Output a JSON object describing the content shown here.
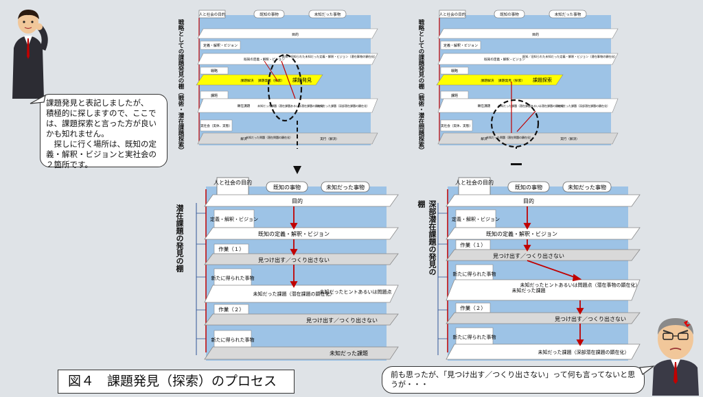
{
  "caption": "図４　課題発見（探索）のプロセス",
  "bubble_left": [
    "課題発見と表記しましたが、",
    "積極的に探しますので、ここで",
    "は、課題探索と言った方が良い",
    "かも知れません。",
    "　探しに行く場所は、既知の定",
    "義・解釈・ビジョンと実社会の",
    "２箇所です。"
  ],
  "bubble_right": "前も思ったが、「見つけ出す／つくり出さない」って何も言ってないと思うが・・・",
  "top_left": {
    "side_title": "戦略としての課題発見の棚（戦術・潜在課題探索）",
    "header_labels": [
      "人と社会の目的",
      "既知の事物",
      "未知だった事物"
    ],
    "texts": [
      "目的",
      "定義・解釈・ビジョン",
      "既知の定義・解釈・ビジョン",
      "既知／旧知られた未知だった定義・解釈・ビジョン（潜在事物の顕在化）",
      "戦略",
      "課題解決",
      "課題発見（探索）",
      "課題発見",
      "課題",
      "顕在課題",
      "未知だった課題（潜在課題あるいは潜在課題の顕在化）",
      "未知だった課題（深部潜在課題の顕在化）",
      "実社会（実体、実態）",
      "解決",
      "未知だった問題（潜在問題の顕在化）",
      "実行（解決）"
    ]
  },
  "top_right": {
    "side_title": "戦略としての課題発見の棚（戦術・潜在問題探索）",
    "header_labels": [
      "人と社会の目的",
      "既知の事物",
      "未知だった事物"
    ],
    "texts": [
      "目的",
      "定義・解釈・ビジョン",
      "既知の定義・解釈・ビジョン",
      "既知／旧知られた未知だった定義・解釈・ビジョン（潜在事物の顕在化）",
      "戦略",
      "課題解決",
      "課題発見（探索）",
      "課題探索",
      "課題",
      "顕在課題",
      "未知だった課題（潜在課題あるいは潜在課題の顕在化）",
      "未知だった課題（深部潜在課題の顕在化）",
      "実社会（実体、実態）",
      "解決",
      "未知だった問題（潜在問題の顕在化）",
      "実行（解決）"
    ]
  },
  "bottom_left": {
    "side_title": "潜在課題の発見の棚",
    "header_labels": [
      "人と社会の目的",
      "既知の事物",
      "未知だった事物"
    ],
    "row_labels": [
      "定義・解釈・ビジョン",
      "作業（１）",
      "新たに得られた事物",
      "作業（２）",
      "新たに得られた事物"
    ],
    "band_texts": [
      "目的",
      "既知の定義・解釈・ビジョン",
      "見つけ出す／つくり出さない",
      "未知だった課題（潜在課題の顕在化）",
      "未知だったヒントあるいは問題点",
      "見つけ出す／つくり出さない",
      "未知だった課題"
    ]
  },
  "bottom_right": {
    "side_title": "深部潜在課題の発見の棚",
    "header_labels": [
      "人と社会の目的",
      "既知の事物",
      "未知だった事物"
    ],
    "row_labels": [
      "定義・解釈・ビジョン",
      "作業（１）",
      "新たに得られた事物",
      "作業（２）",
      "新たに得られた事物"
    ],
    "band_texts": [
      "目的",
      "既知の定義・解釈・ビジョン",
      "見つけ出す／つくり出さない",
      "未知だった課題",
      "未知だったヒントあるいは問題点（潜在事物の顕在化）",
      "見つけ出す／つくり出さない",
      "未知だった課題（深部潜在課題の顕在化）"
    ]
  },
  "colors": {
    "panel_blue": "#9dc3e6",
    "band_white": "#ffffff",
    "band_gray": "#d9d9d9",
    "highlight_yellow": "#ffff00",
    "arrow_red": "#c00000",
    "line_blue": "#2f5597"
  }
}
